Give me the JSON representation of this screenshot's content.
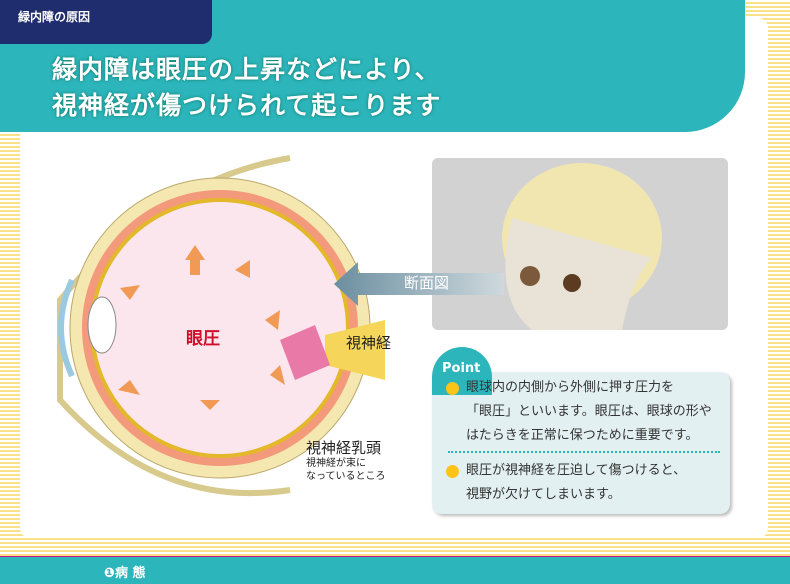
{
  "header": {
    "section_tag": "緑内障の原因",
    "title_line1": "緑内障は眼圧の上昇などにより、",
    "title_line2": "視神経が傷つけられて起こります"
  },
  "diagram": {
    "pressure_label": "眼圧",
    "optic_nerve_label": "視神経",
    "optic_disc_label": "視神経乳頭",
    "optic_disc_note1": "視神経が束に",
    "optic_disc_note2": "なっているところ",
    "cross_section_label": "断面図"
  },
  "point": {
    "badge": "Point",
    "item1_lines": [
      "眼球内の内側から外側に押す圧力を",
      "「眼圧」といいます。眼圧は、眼球の形や",
      "はたらきを正常に保つために重要です。"
    ],
    "item2_lines": [
      "眼圧が視神経を圧迫して傷つけると、",
      "視野が欠けてしまいます。"
    ]
  },
  "footer": {
    "chapter": "❶病 態"
  }
}
